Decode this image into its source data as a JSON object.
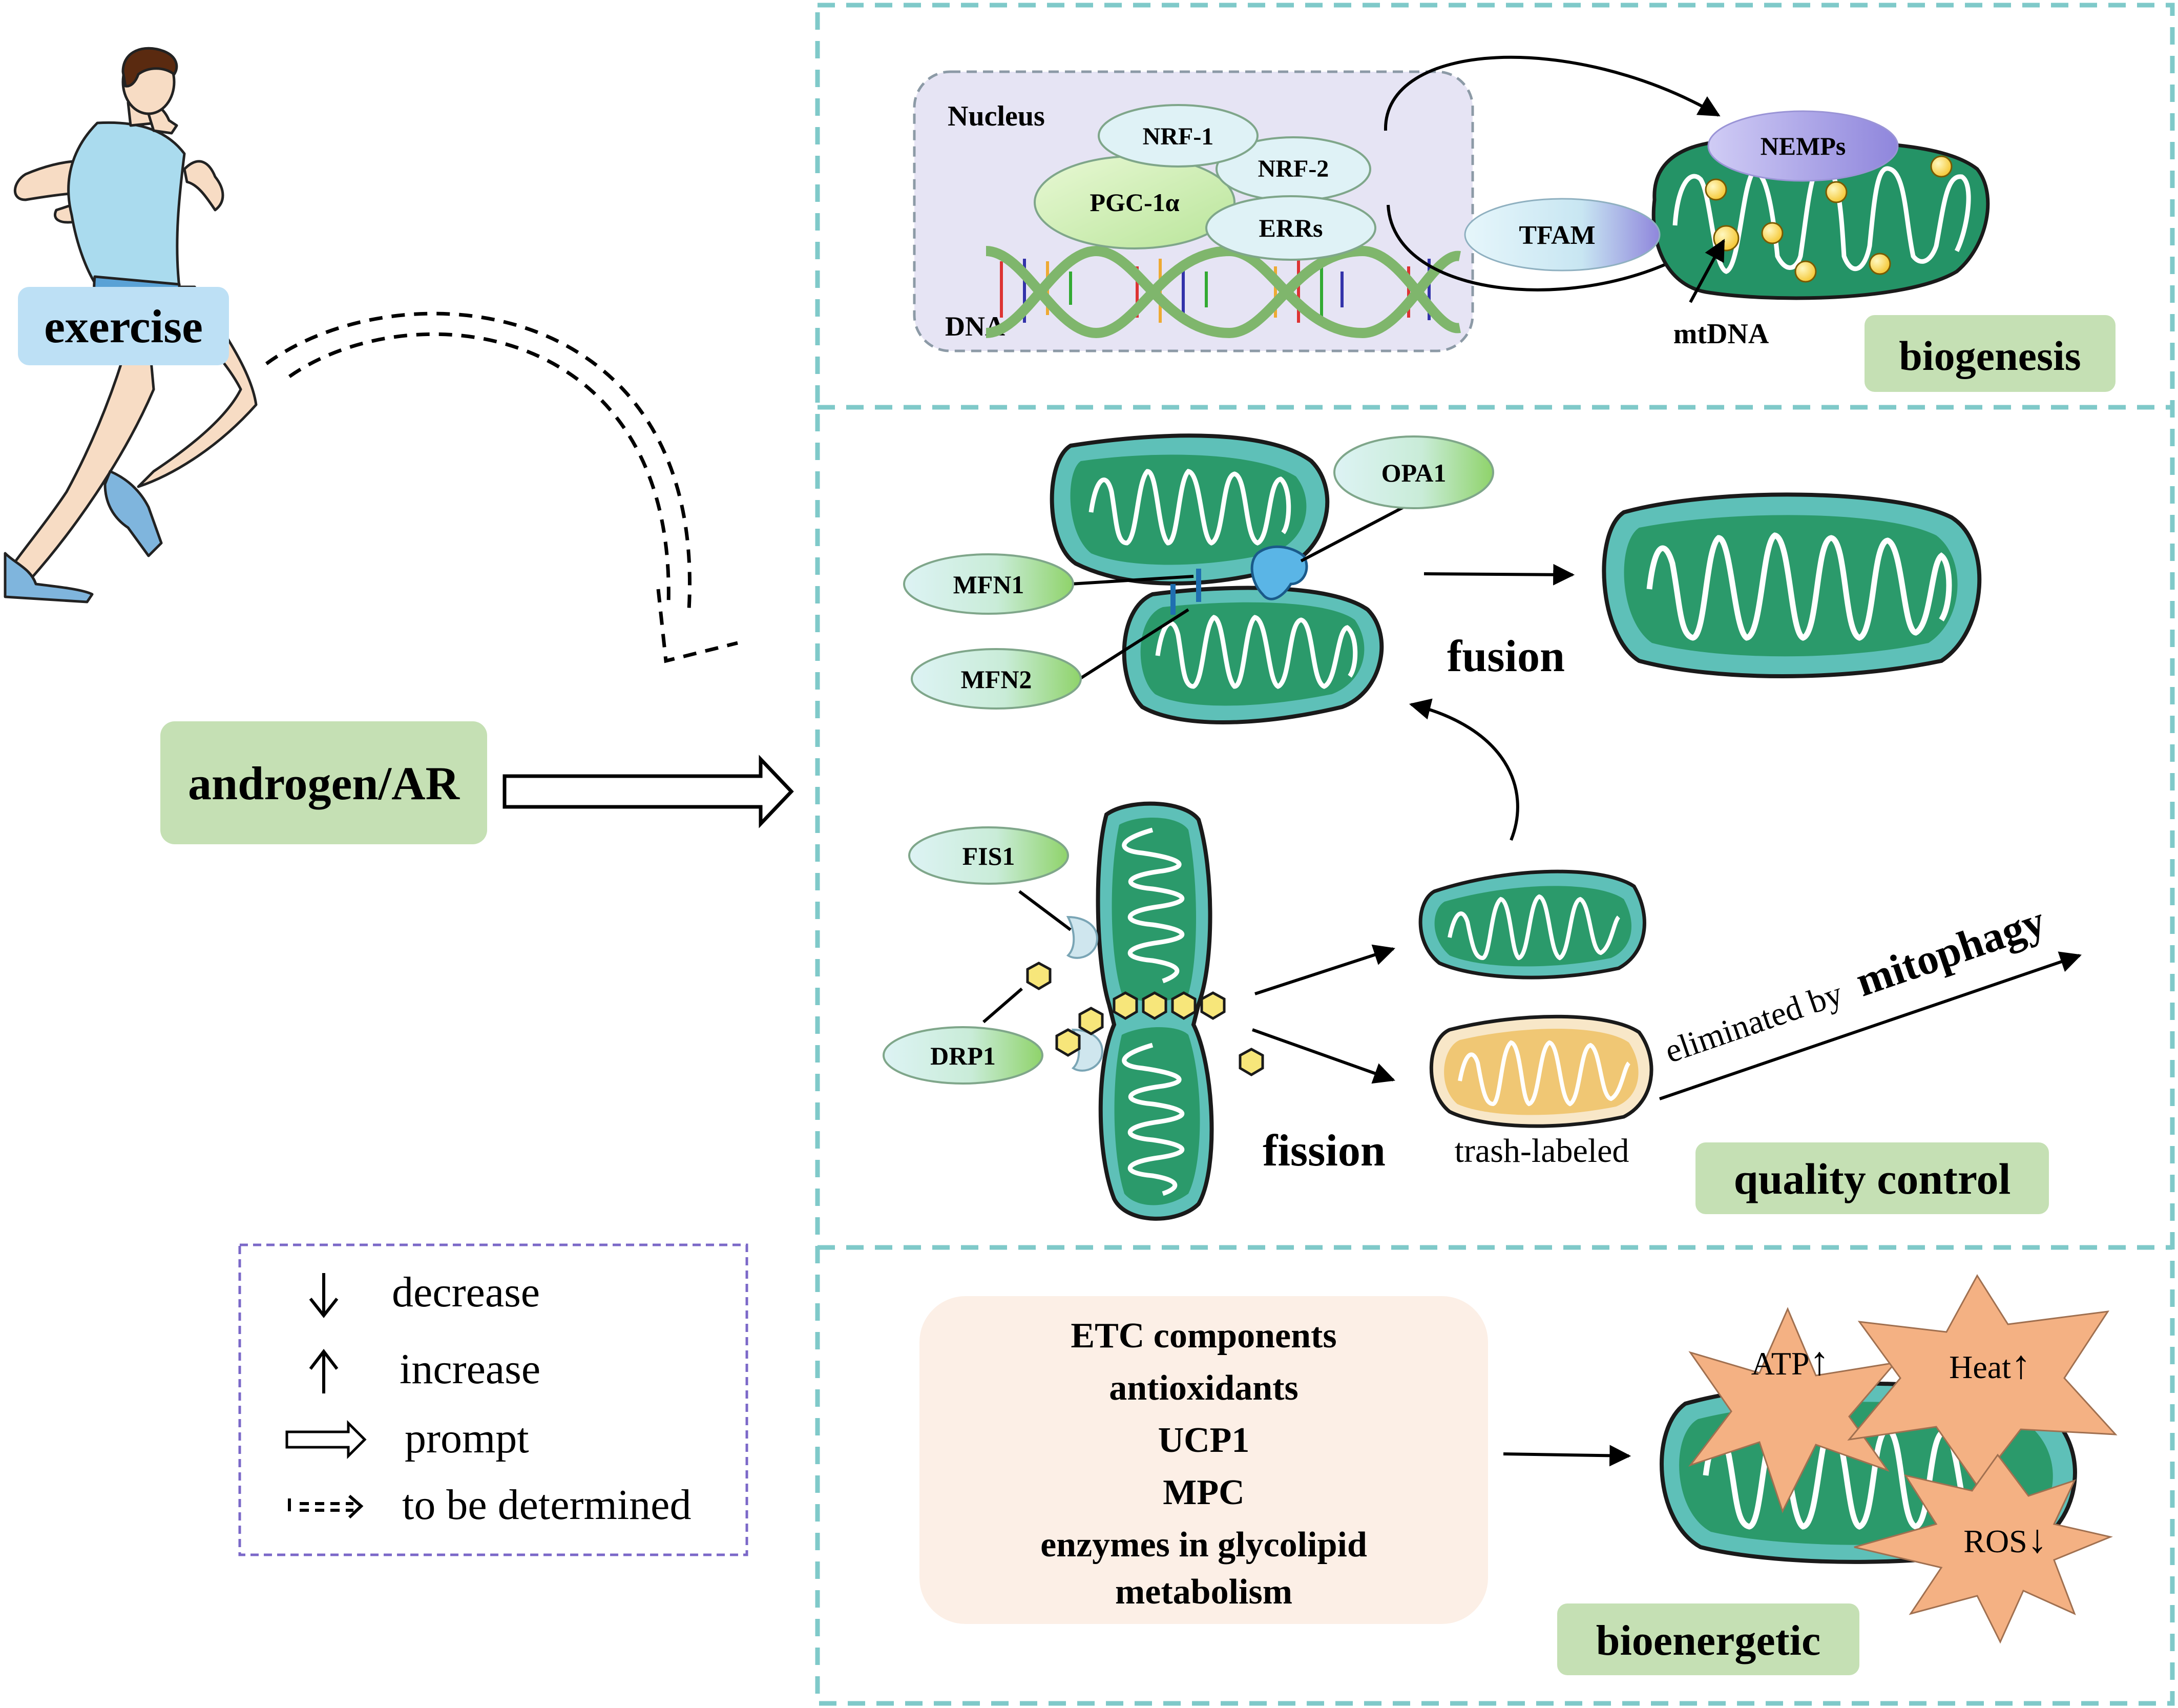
{
  "left": {
    "exercise_label": "exercise",
    "androgen_label": "androgen/AR"
  },
  "biogenesis": {
    "nucleus_label": "Nucleus",
    "dna_label": "DNA",
    "proteins": {
      "nrf1": "NRF-1",
      "nrf2": "NRF-2",
      "pgc1a": "PGC-1α",
      "errs": "ERRs"
    },
    "nemps": "NEMPs",
    "tfam": "TFAM",
    "mtdna": "mtDNA",
    "section_label": "biogenesis"
  },
  "quality_control": {
    "opa1": "OPA1",
    "mfn1": "MFN1",
    "mfn2": "MFN2",
    "fusion_label": "fusion",
    "fis1": "FIS1",
    "drp1": "DRP1",
    "fission_label": "fission",
    "trash_label": "trash-labeled",
    "eliminated_prefix": "eliminated by",
    "mitophagy": "mitophagy",
    "section_label": "quality control"
  },
  "bioenergetic": {
    "components": [
      "ETC components",
      "antioxidants",
      "UCP1",
      "MPC",
      "enzymes in glycolipid",
      "metabolism"
    ],
    "atp": "ATP",
    "heat": "Heat",
    "ros": "ROS",
    "section_label": "bioenergetic"
  },
  "legend": {
    "decrease": "decrease",
    "increase": "increase",
    "prompt": "prompt",
    "tbd": "to be determined"
  },
  "colors": {
    "panel_border": "#7fc9c9",
    "label_green": "#c5e0b4",
    "label_blue": "#bde0f5",
    "nucleus_fill": "#e6e4f4",
    "mito_outer": "#6fc6c0",
    "mito_inner": "#2a9a6a",
    "star": "#f4b183",
    "bio_box": "#fcefe6",
    "legend_border": "#7b68c8"
  }
}
